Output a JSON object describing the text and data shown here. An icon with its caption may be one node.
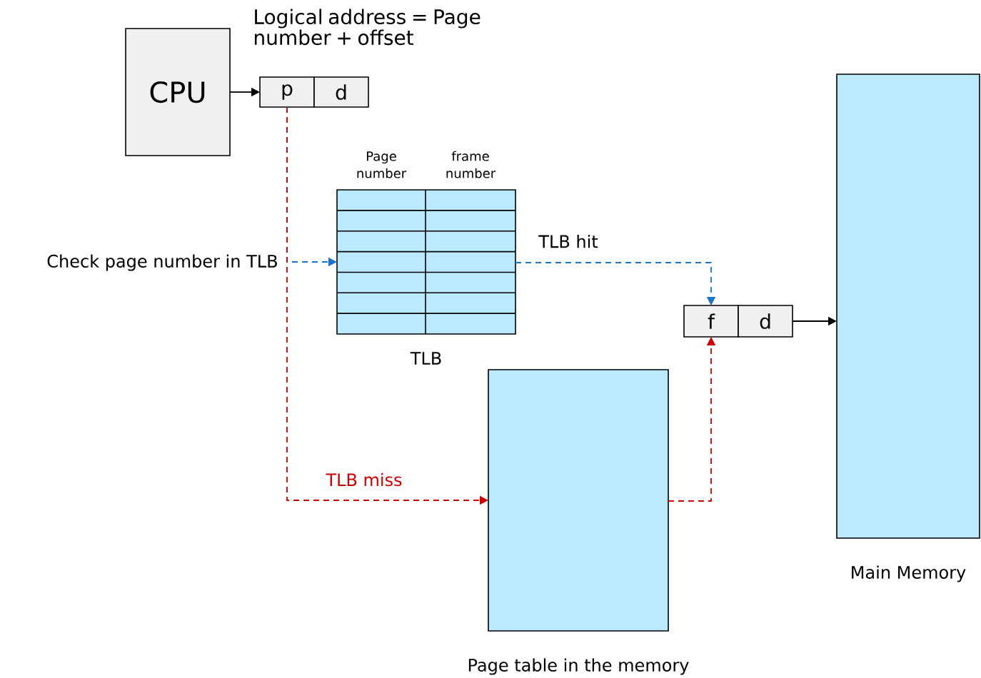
{
  "diagram": {
    "nodes": [
      {
        "text": [
          "CPU"
        ]
      },
      {
        "text": [
          "p"
        ]
      },
      {
        "text": [
          "d"
        ]
      },
      {
        "text": [
          "Page number",
          "frame number",
          "TLB"
        ]
      },
      {
        "text": [
          "f"
        ]
      },
      {
        "text": [
          "d"
        ]
      },
      {
        "text": [
          "Page table in the memory"
        ]
      },
      {
        "text": [
          "Main Memory"
        ]
      }
    ],
    "edges": [
      {
        "from": 0,
        "to": 1,
        "arrow": "to"
      },
      {
        "from": 1,
        "to": 3,
        "arrow": "to",
        "label": "Check page number in TLB",
        "style": "dashed",
        "color": "#1874cd"
      },
      {
        "from": 1,
        "to": 6,
        "arrow": "to",
        "label": "TLB miss",
        "style": "dashed",
        "color": "#cc0000"
      },
      {
        "from": 3,
        "to": 4,
        "arrow": "to",
        "label": "TLB hit",
        "style": "dashed",
        "color": "#1874cd"
      },
      {
        "from": 6,
        "to": 4,
        "arrow": "to",
        "style": "dashed",
        "color": "#cc0000"
      },
      {
        "from": 5,
        "to": 7,
        "arrow": "to"
      }
    ],
    "labels": [
      "Logical address = Page number + offset"
    ]
  }
}
